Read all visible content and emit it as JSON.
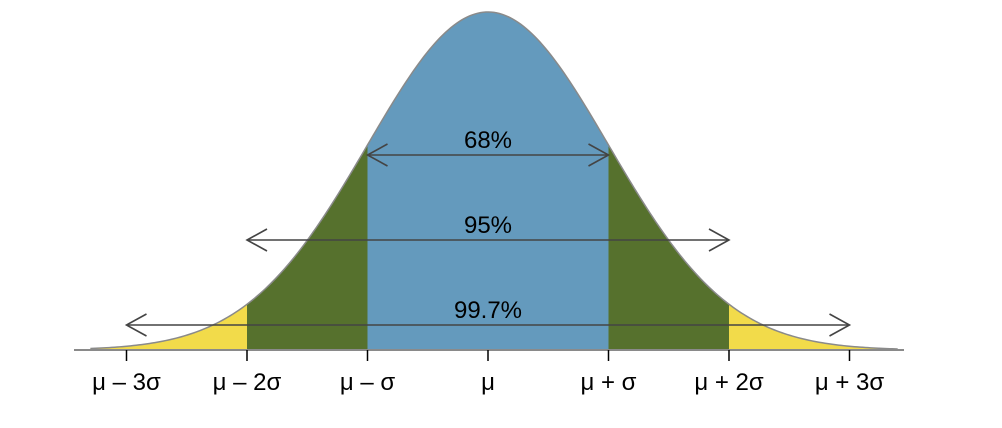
{
  "chart_data": {
    "type": "area",
    "title": "",
    "xlabel": "",
    "ylabel": "",
    "distribution": "normal",
    "xlim": [
      -3.3,
      3.4
    ],
    "categories": [
      "μ − 3σ",
      "μ − 2σ",
      "μ − σ",
      "μ",
      "μ + σ",
      "μ + 2σ",
      "μ + 3σ"
    ],
    "ticks": [
      {
        "x": -3,
        "label": "μ – 3σ"
      },
      {
        "x": -2,
        "label": "μ – 2σ"
      },
      {
        "x": -1,
        "label": "μ – σ"
      },
      {
        "x": 0,
        "label": "μ"
      },
      {
        "x": 1,
        "label": "μ + σ"
      },
      {
        "x": 2,
        "label": "μ + 2σ"
      },
      {
        "x": 3,
        "label": "μ + 3σ"
      }
    ],
    "bands": [
      {
        "range": [
          -1,
          1
        ],
        "label": "68%",
        "color": "#649ABD"
      },
      {
        "range": [
          -2,
          2
        ],
        "label": "95%",
        "color": "#56712D"
      },
      {
        "range": [
          -3,
          3
        ],
        "label": "99.7%",
        "color": "#F2DB4A"
      }
    ],
    "colors": {
      "curve": "#8A8A8A",
      "axis": "#8A8A8A",
      "arrow": "#444444",
      "tails": "#F2DB4A"
    }
  }
}
